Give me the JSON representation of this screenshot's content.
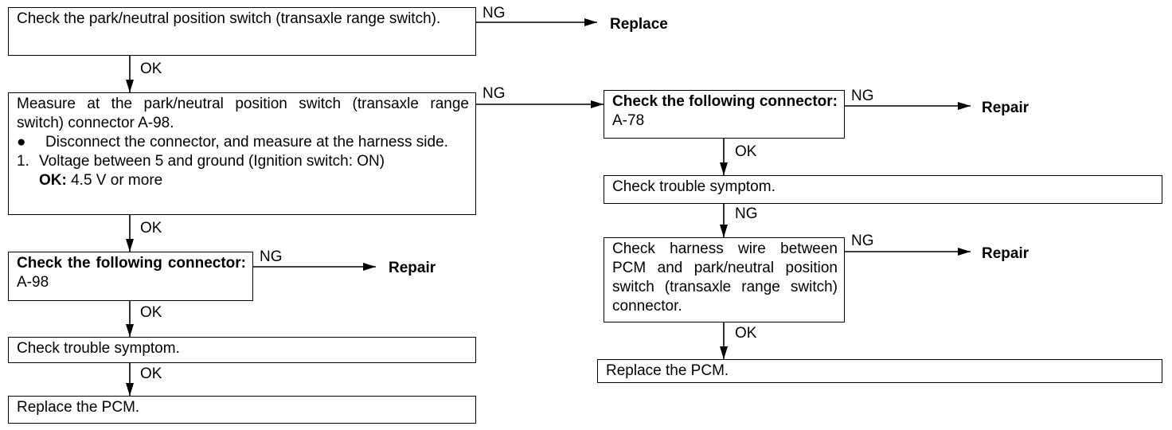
{
  "steps": {
    "step1": {
      "text": "Check the park/neutral position switch (transaxle range switch)."
    },
    "step2": {
      "intro": "Measure at the park/neutral position switch (transaxle range switch) connector A-98.",
      "bullet": "Disconnect the connector, and measure at the harness side.",
      "item_num": "1.",
      "item": "Voltage between 5 and ground (Ignition switch: ON)",
      "ok_label": "OK:",
      "ok_value": "4.5 V or more"
    },
    "step3": {
      "bold": "Check the following connector:",
      "value": "A-98"
    },
    "step4": {
      "text": "Check trouble symptom."
    },
    "step5": {
      "text": "Replace the PCM."
    },
    "right1": {
      "bold": "Check the following connector:",
      "value": "A-78"
    },
    "right2": {
      "text": "Check trouble symptom."
    },
    "right3": {
      "text": "Check harness wire between PCM and park/neutral position switch (transaxle range switch) connector."
    },
    "right4": {
      "text": "Replace the PCM."
    }
  },
  "labels": {
    "ok": "OK",
    "ng": "NG"
  },
  "results": {
    "replace": "Replace",
    "repair": "Repair"
  }
}
